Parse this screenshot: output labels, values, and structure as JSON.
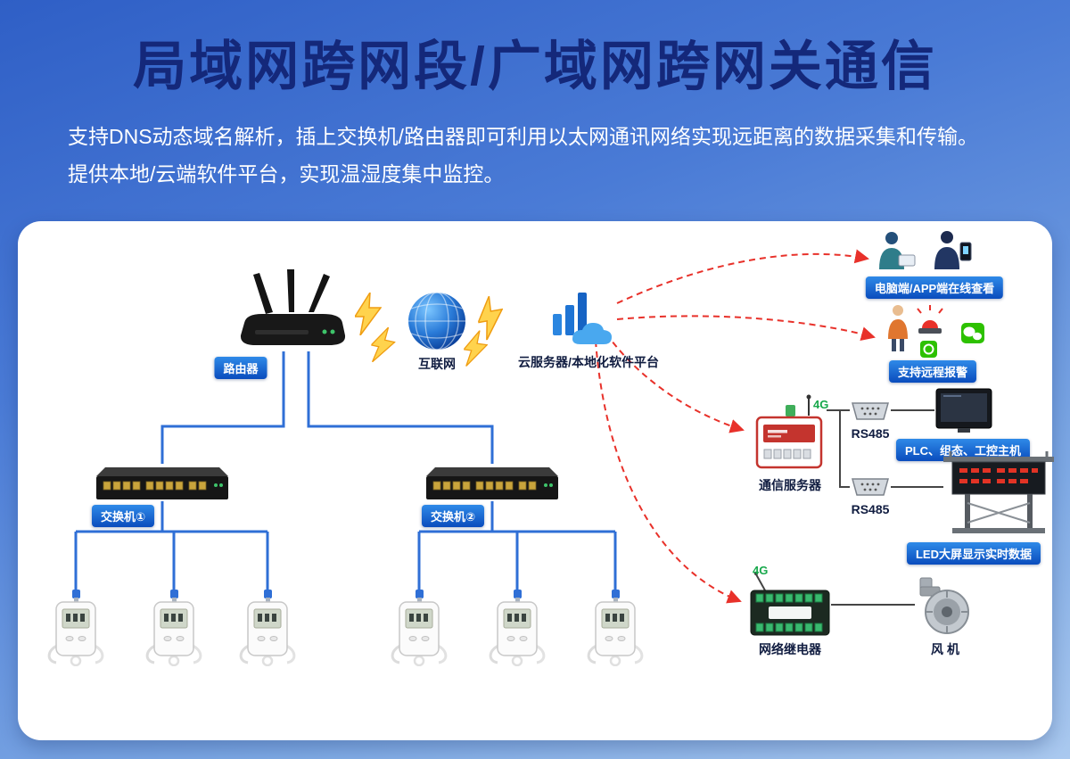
{
  "header": {
    "title": "局域网跨网段/广域网跨网关通信",
    "subtitle_line1": "支持DNS动态域名解析，插上交换机/路由器即可利用以太网通讯网络实现远距离的数据采集和传输。",
    "subtitle_line2": "提供本地/云端软件平台，实现温湿度集中监控。"
  },
  "diagram": {
    "router": {
      "label": "路由器"
    },
    "internet": {
      "label": "互联网"
    },
    "cloud_platform": {
      "label": "云服务器/本地化软件平台"
    },
    "pc_app": {
      "label": "电脑端/APP端在线查看"
    },
    "remote_alarm": {
      "label": "支持远程报警"
    },
    "comm_server": {
      "label": "通信服务器",
      "tag_4g": "4G"
    },
    "rs485_top": {
      "label": "RS485"
    },
    "rs485_bottom": {
      "label": "RS485"
    },
    "plc": {
      "label": "PLC、组态、工控主机"
    },
    "led_screen": {
      "label": "LED大屏显示实时数据"
    },
    "relay": {
      "label": "网络继电器",
      "tag_4g": "4G"
    },
    "fan": {
      "label": "风 机"
    },
    "switch1": {
      "label": "交换机①"
    },
    "switch2": {
      "label": "交换机②"
    }
  },
  "colors": {
    "arrow_red": "#e8312a",
    "cable_blue": "#2f6fd6",
    "badge_blue_top": "#2f8ae8",
    "badge_blue_bottom": "#0a4cbd",
    "title_navy": "#14287a",
    "wechat_green": "#2dc100"
  }
}
